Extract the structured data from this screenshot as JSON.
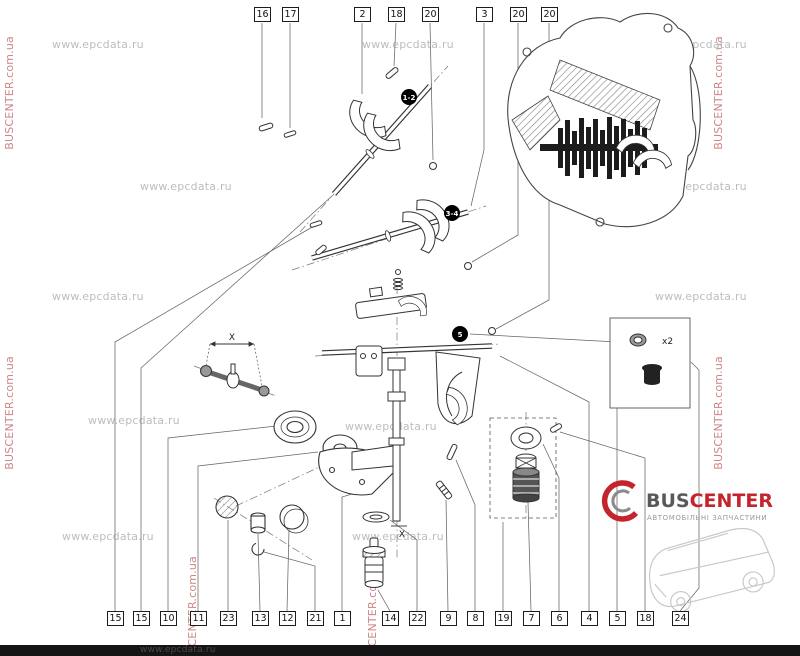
{
  "watermarks": {
    "site": "BUSCENTER.com.ua",
    "epc": "www.epcdata.ru"
  },
  "callouts": {
    "top": [
      "16",
      "17",
      "2",
      "18",
      "20",
      "3",
      "20",
      "20"
    ],
    "bottom": [
      "15",
      "15",
      "10",
      "11",
      "23",
      "13",
      "12",
      "21",
      "1",
      "14",
      "22",
      "9",
      "8",
      "19",
      "7",
      "6",
      "4",
      "5",
      "18",
      "24"
    ]
  },
  "badges": {
    "gear12": "1-2",
    "gear34": "3-4",
    "gear5": "5"
  },
  "annotations": {
    "qty2": "x2",
    "dimension": "X"
  },
  "logo": {
    "brand_bus": "BUS",
    "brand_center": "CENTER",
    "tagline": "АВТОМОБІЛЬНІ ЗАПЧАСТИНИ"
  }
}
